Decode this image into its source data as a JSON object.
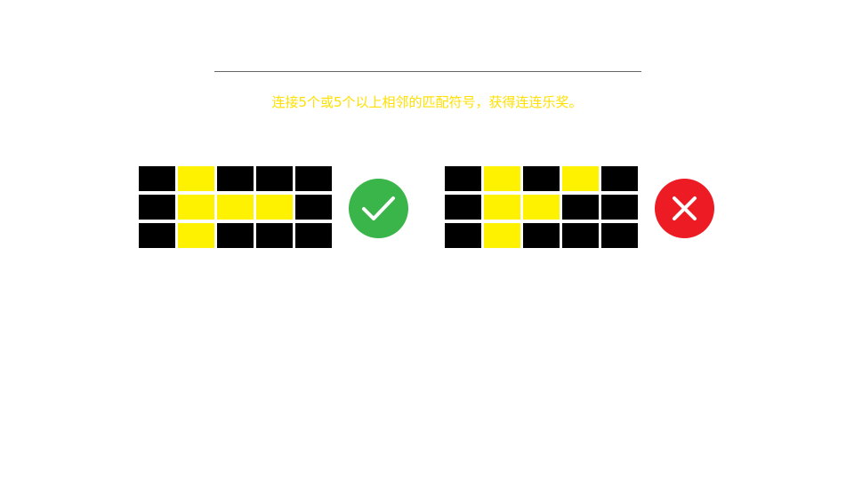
{
  "instruction": "连接5个或5个以上相邻的匹配符号，获得连连乐奖。",
  "colors": {
    "instruction_text": "#ffe000",
    "symbol_on": "#fff200",
    "symbol_off": "#000000",
    "valid_badge": "#39b54a",
    "invalid_badge": "#ed1c24"
  },
  "examples": [
    {
      "result": "valid",
      "icon": "checkmark-icon",
      "grid": [
        [
          0,
          1,
          0,
          0,
          0
        ],
        [
          0,
          1,
          1,
          1,
          0
        ],
        [
          0,
          1,
          0,
          0,
          0
        ]
      ]
    },
    {
      "result": "invalid",
      "icon": "cross-icon",
      "grid": [
        [
          0,
          1,
          0,
          1,
          0
        ],
        [
          0,
          1,
          1,
          0,
          0
        ],
        [
          0,
          1,
          0,
          0,
          0
        ]
      ]
    }
  ]
}
